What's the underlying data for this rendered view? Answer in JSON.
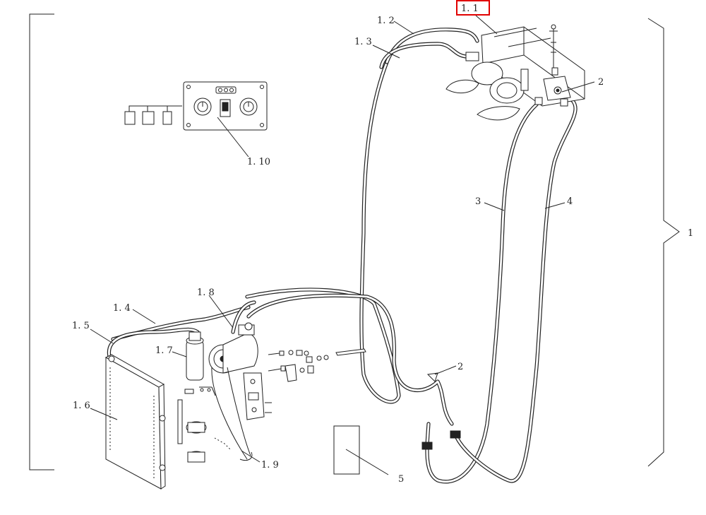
{
  "labels": {
    "l_1_1": "1. 1",
    "l_1_2": "1. 2",
    "l_1_3": "1. 3",
    "l_2_top": "2",
    "l_3": "3",
    "l_4": "4",
    "l_1": "1",
    "l_1_10": "1. 10",
    "l_1_4": "1. 4",
    "l_1_5": "1. 5",
    "l_1_6": "1. 6",
    "l_1_7": "1. 7",
    "l_1_8": "1. 8",
    "l_1_9": "1. 9",
    "l_2_bottom": "2",
    "l_5": "5"
  },
  "highlight": {
    "label": "1. 1",
    "color": "#e10000"
  },
  "colors": {
    "line": "#222222",
    "background": "#ffffff"
  }
}
